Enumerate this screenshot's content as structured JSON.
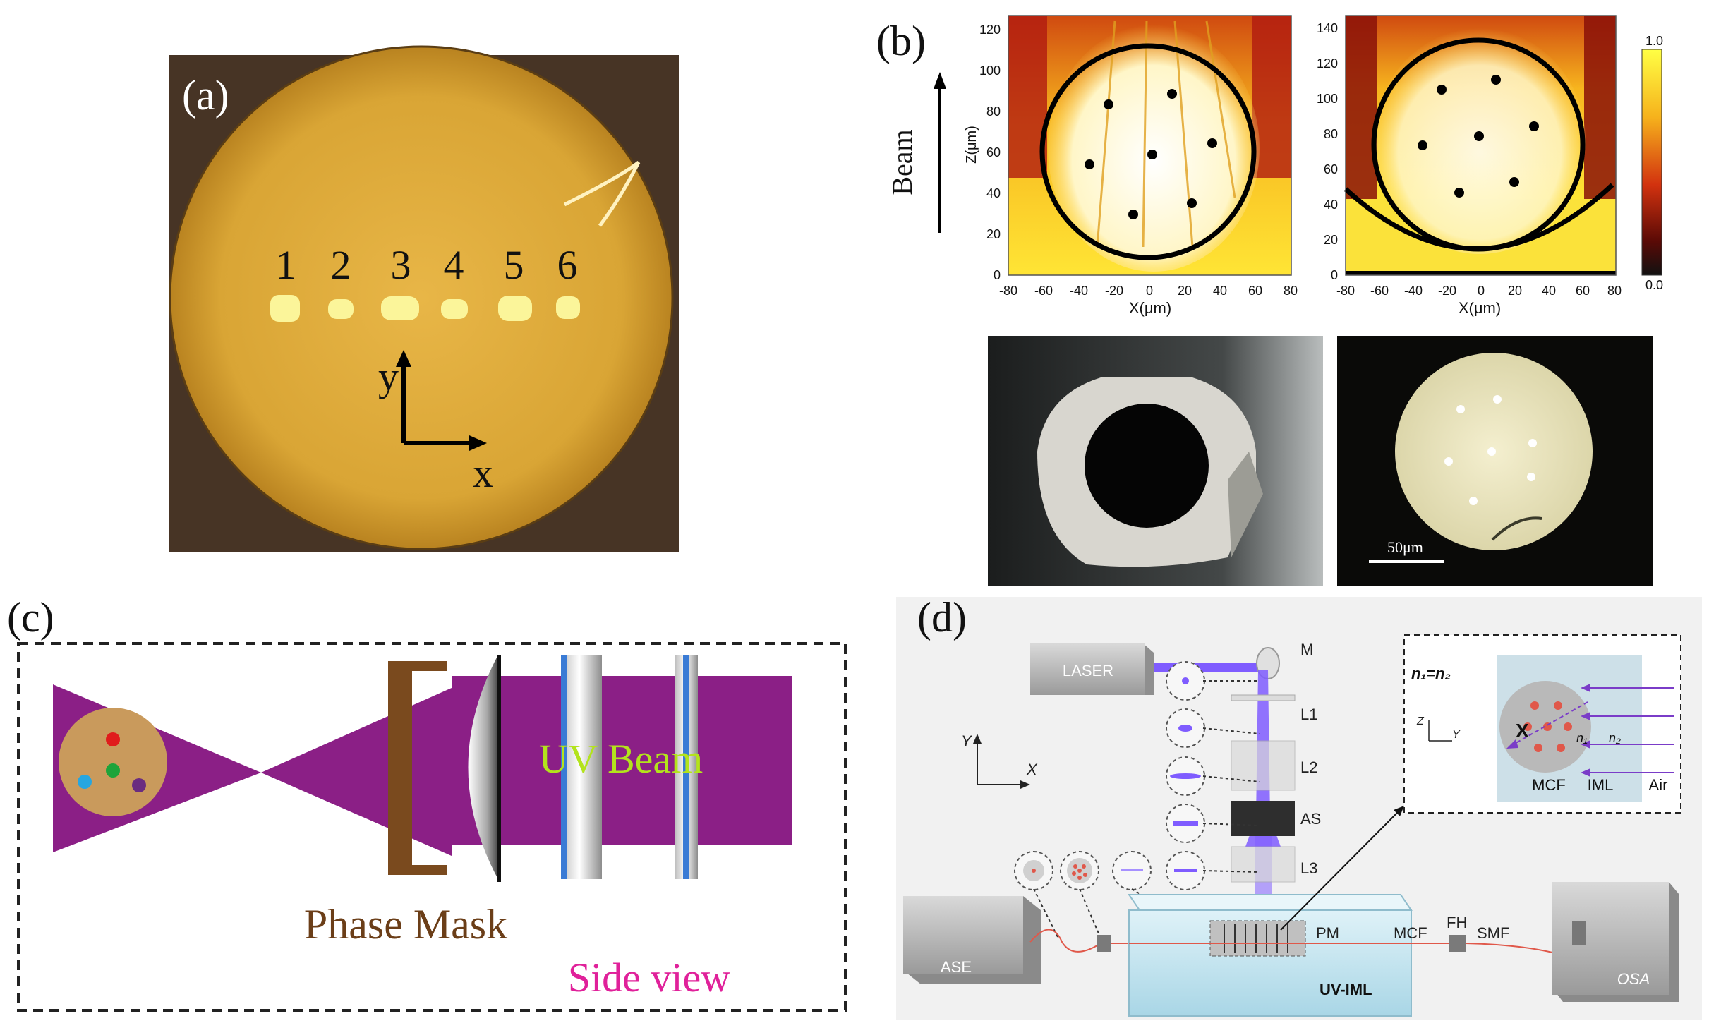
{
  "panel_a": {
    "label": "(a)",
    "core_numbers": [
      "1",
      "2",
      "3",
      "4",
      "5",
      "6"
    ],
    "axis_y": "y",
    "axis_x": "x"
  },
  "panel_b": {
    "label": "(b)",
    "beam_label": "Beam",
    "colorbar_max": "1.0",
    "colorbar_min": "0.0",
    "left_plot": {
      "ylabel": "Z(μm)",
      "xlabel": "X(μm)",
      "x_ticks": [
        "-80",
        "-60",
        "-40",
        "-20",
        "0",
        "20",
        "40",
        "60",
        "80"
      ],
      "y_ticks": [
        "0",
        "20",
        "40",
        "60",
        "80",
        "100",
        "120"
      ]
    },
    "right_plot": {
      "xlabel": "X(μm)",
      "x_ticks": [
        "-80",
        "-60",
        "-40",
        "-20",
        "0",
        "20",
        "40",
        "60",
        "80"
      ],
      "y_ticks": [
        "0",
        "20",
        "40",
        "60",
        "80",
        "100",
        "120",
        "140"
      ]
    },
    "scalebar": "50μm"
  },
  "panel_c": {
    "label": "(c)",
    "uv_beam": "UV Beam",
    "phase_mask": "Phase Mask",
    "side_view": "Side view"
  },
  "panel_d": {
    "label": "(d)",
    "laser": "LASER",
    "ase": "ASE",
    "osa": "OSA",
    "m": "M",
    "l1": "L1",
    "l2": "L2",
    "as": "AS",
    "l3": "L3",
    "pm": "PM",
    "mcf": "MCF",
    "fh": "FH",
    "smf": "SMF",
    "uv_iml": "UV-IML",
    "axis_y": "Y",
    "axis_x": "X",
    "inset": {
      "eq": "n₁=n₂",
      "axis_z": "Z",
      "axis_y": "Y",
      "mark": "X",
      "n1": "n₁",
      "n2": "n₂",
      "mcf": "MCF",
      "iml": "IML",
      "air": "Air"
    }
  },
  "colors": {
    "uv_purple": "#8b1f86",
    "uv_text": "#b3e31c",
    "phase_mask": "#7a4a1e",
    "side_view": "#e0219a",
    "beam_violet": "#7f5cff"
  }
}
